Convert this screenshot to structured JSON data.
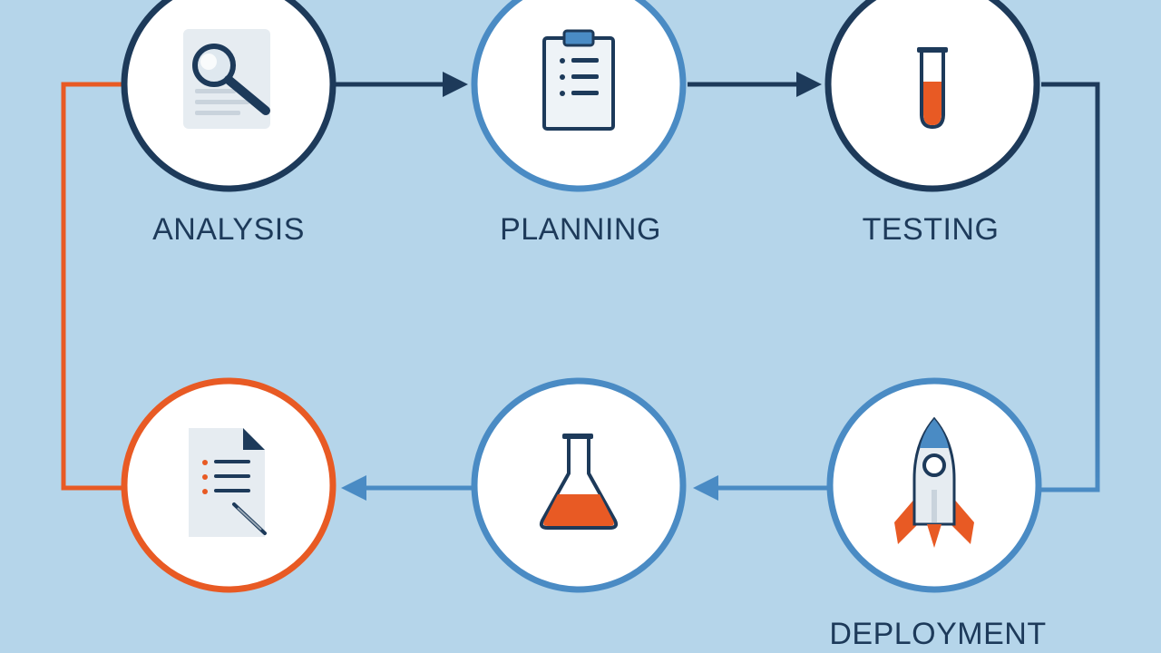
{
  "labels": {
    "analysis": "ANALYSIS",
    "planning": "PLANNING",
    "testing": "TESTING",
    "deployment": "DEPLOYMENT"
  },
  "stages": [
    {
      "id": "analysis",
      "icon": "magnifier-document-icon",
      "ring": "#1d3a5a"
    },
    {
      "id": "planning",
      "icon": "clipboard-icon",
      "ring": "#4a8bc4"
    },
    {
      "id": "testing",
      "icon": "test-tube-icon",
      "ring": "#1d3a5a"
    },
    {
      "id": "deployment",
      "icon": "rocket-icon",
      "ring": "#4a8bc4"
    },
    {
      "id": "experiment",
      "icon": "flask-icon",
      "ring": "#4a8bc4"
    },
    {
      "id": "documentation",
      "icon": "checklist-document-icon",
      "ring": "#e85a24"
    }
  ],
  "colors": {
    "background": "#b5d5ea",
    "navy": "#1d3a5a",
    "blue": "#4a8bc4",
    "orange": "#e85a24",
    "white": "#ffffff"
  }
}
